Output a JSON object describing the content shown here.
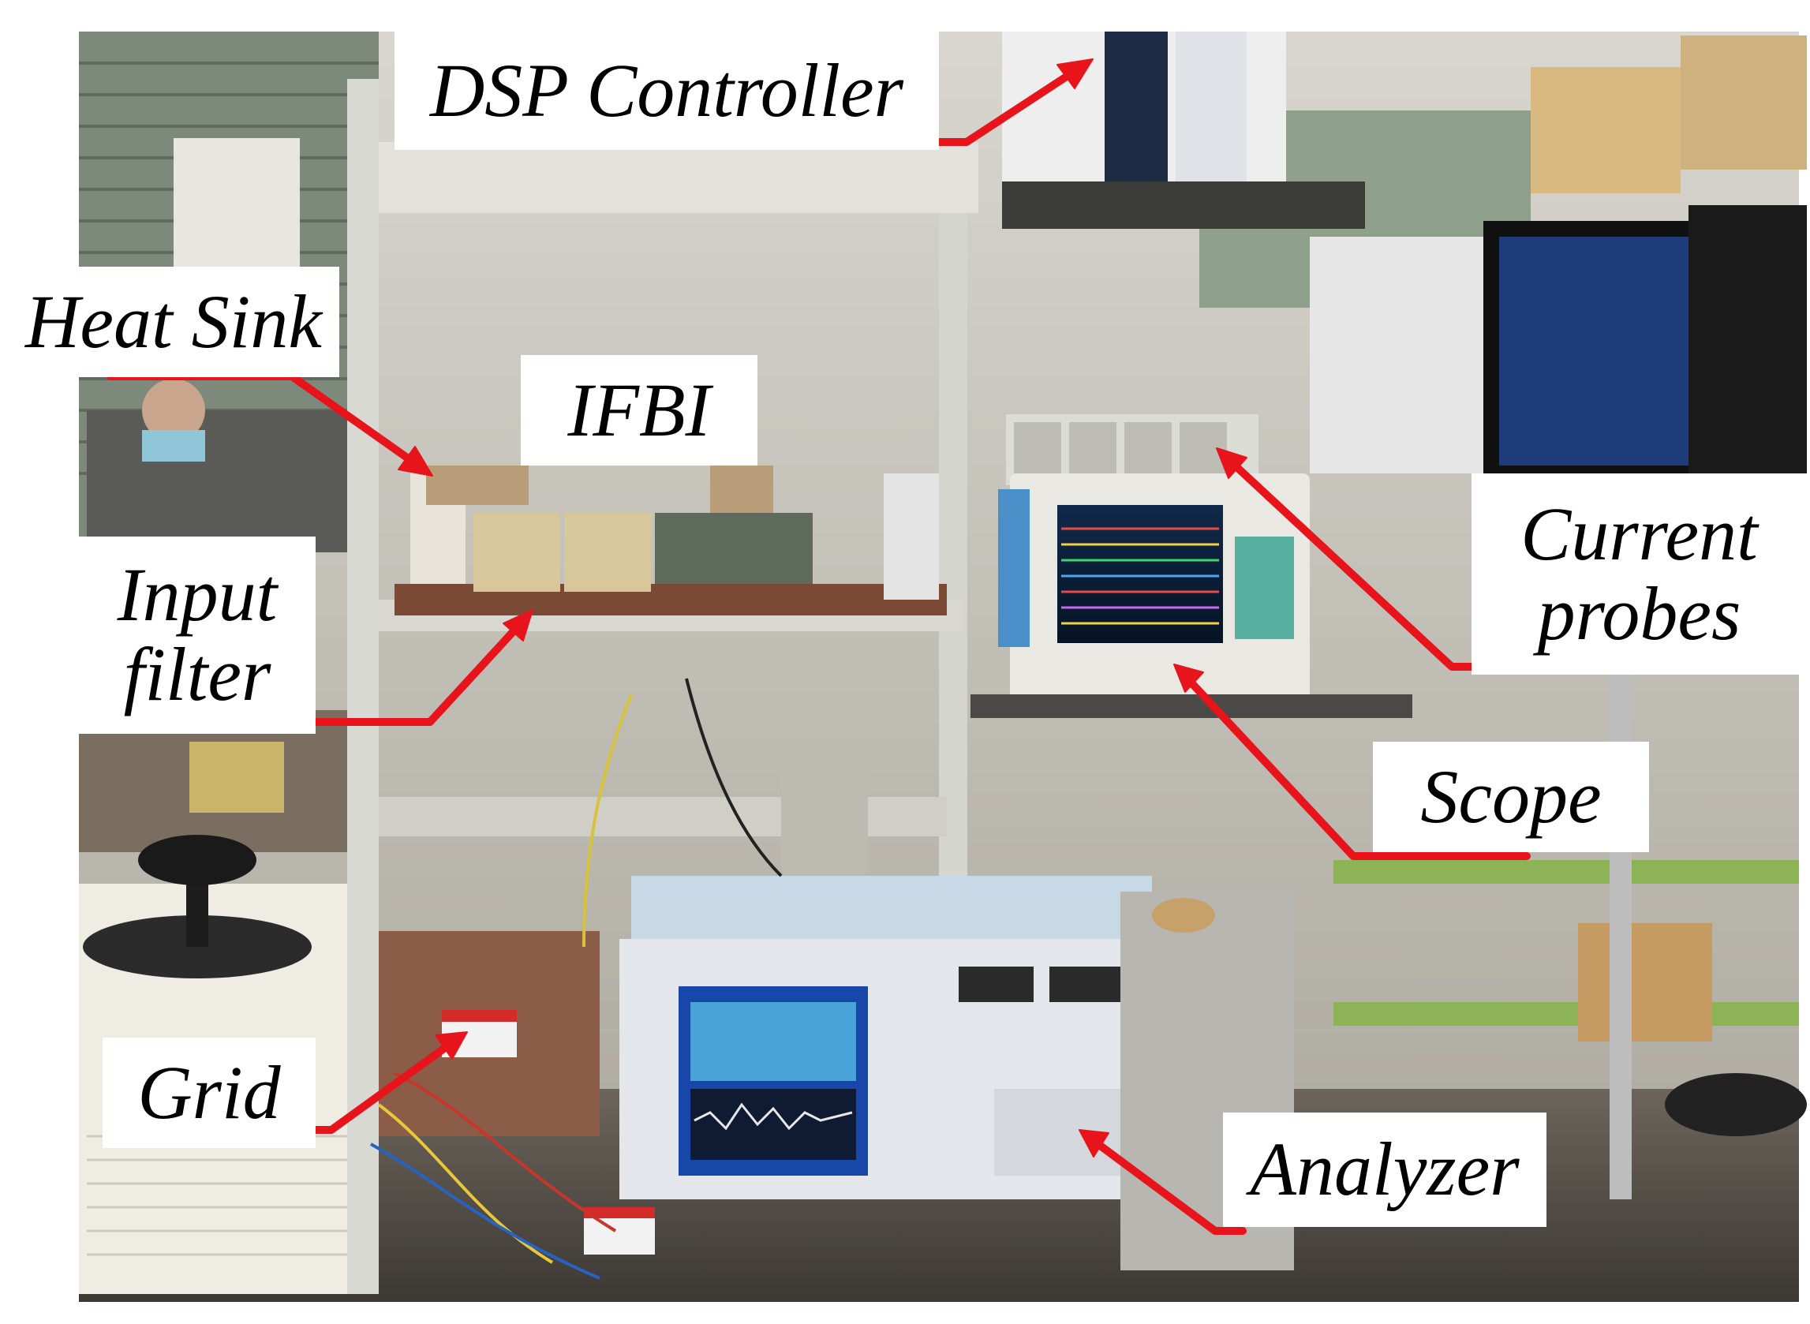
{
  "figure": {
    "labels": {
      "dsp_controller": "DSP Controller",
      "heat_sink": "Heat Sink",
      "ifbi": "IFBI",
      "input_filter": [
        "Input",
        "filter"
      ],
      "current_probes": [
        "Current",
        "probes"
      ],
      "scope": "Scope",
      "grid": "Grid",
      "analyzer": "Analyzer"
    },
    "colors": {
      "arrow": "#e8141b",
      "label_bg": "#ffffff",
      "label_text": "#000000"
    }
  }
}
